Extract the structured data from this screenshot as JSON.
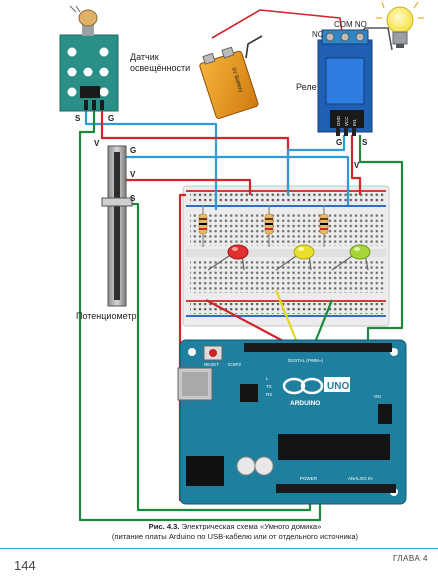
{
  "labels": {
    "light_sensor": [
      "Датчик",
      "освещённости"
    ],
    "relay": "Реле",
    "potentiometer": "Потенциометр",
    "nc": "NC",
    "com_no": "COM NO",
    "sensor_s": "S",
    "sensor_g": "G",
    "sensor_v": "V",
    "pot_g": "G",
    "pot_v": "V",
    "pot_s": "S",
    "relay_g": "G",
    "relay_s": "S",
    "relay_v": "V",
    "relay_pins": [
      "GND",
      "VCC",
      "IN1"
    ],
    "battery": "9V Battery",
    "arduino_brand": "ARDUINO",
    "arduino_model": "UNO",
    "reset": "RESET",
    "icsp": "ICSP2",
    "digital": "DIGITAL (PWM~)",
    "power": "POWER",
    "analog": "ANALOG IN",
    "tx": "TX",
    "rx": "RX",
    "on": "ON",
    "l": "L"
  },
  "caption": {
    "prefix": "Рис. 4.3.",
    "title": " Электрическая схема «Умного домика»",
    "note": "(питание платы Arduino по USB-кабелю или от отдельного источника)"
  },
  "footer": {
    "page": "144",
    "chapter": "ГЛАВА 4"
  },
  "colors": {
    "wire_red": "#d3232b",
    "wire_blue": "#2e9bd6",
    "wire_green": "#1c8a3c",
    "wire_yellow": "#e6d81a",
    "board_teal": "#1e7f9e",
    "relay_blue": "#1f5fb4",
    "battery_orange": "#f0a020",
    "led_red": "#e03030",
    "led_yellow": "#e8e02a",
    "led_green": "#a8d63a"
  }
}
